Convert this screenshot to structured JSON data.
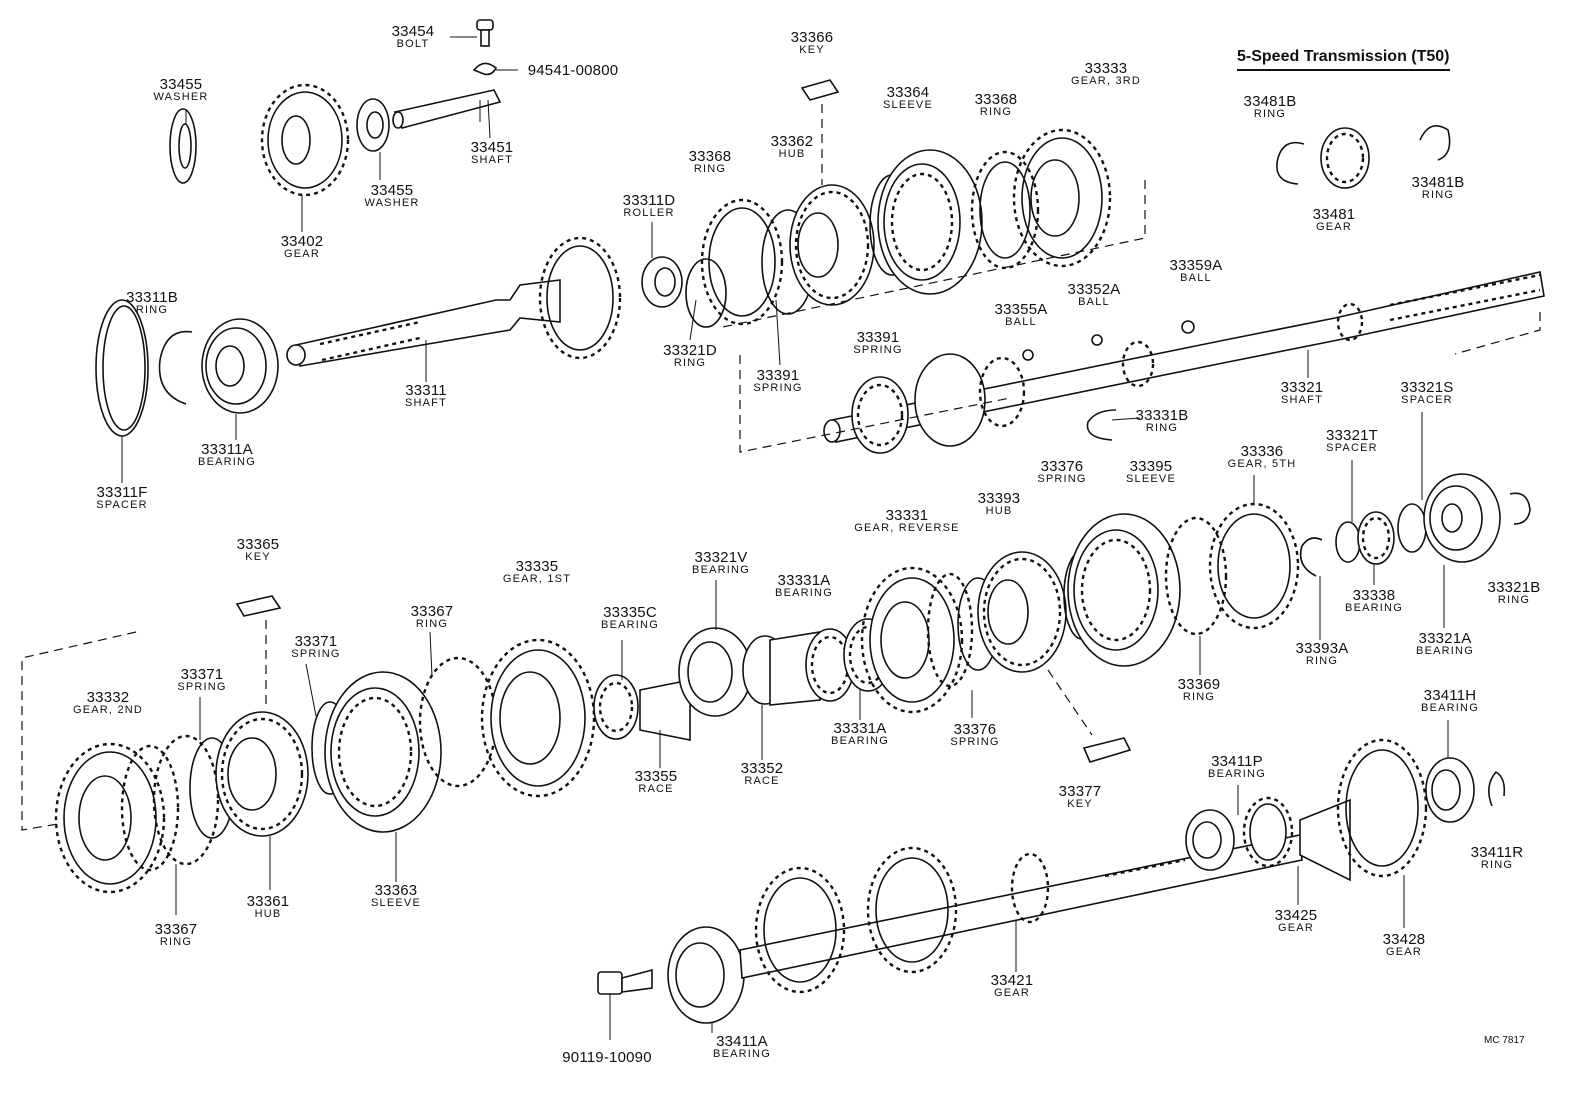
{
  "title": "5-Speed Transmission (T50)",
  "code": "MC 7817",
  "parts": [
    {
      "id": "p33454",
      "num": "33454",
      "name": "BOLT"
    },
    {
      "id": "p94541",
      "num": "94541-00800",
      "name": ""
    },
    {
      "id": "p33455a",
      "num": "33455",
      "name": "WASHER"
    },
    {
      "id": "p33455b",
      "num": "33455",
      "name": "WASHER"
    },
    {
      "id": "p33451",
      "num": "33451",
      "name": "SHAFT"
    },
    {
      "id": "p33402",
      "num": "33402",
      "name": "GEAR"
    },
    {
      "id": "p33366",
      "num": "33366",
      "name": "KEY"
    },
    {
      "id": "p33364",
      "num": "33364",
      "name": "SLEEVE"
    },
    {
      "id": "p33368a",
      "num": "33368",
      "name": "RING"
    },
    {
      "id": "p33333",
      "num": "33333",
      "name": "GEAR, 3RD"
    },
    {
      "id": "p33362",
      "num": "33362",
      "name": "HUB"
    },
    {
      "id": "p33368b",
      "num": "33368",
      "name": "RING"
    },
    {
      "id": "p33311D",
      "num": "33311D",
      "name": "ROLLER"
    },
    {
      "id": "p33481Ba",
      "num": "33481B",
      "name": "RING"
    },
    {
      "id": "p33481",
      "num": "33481",
      "name": "GEAR"
    },
    {
      "id": "p33481Bb",
      "num": "33481B",
      "name": "RING"
    },
    {
      "id": "p33311B",
      "num": "33311B",
      "name": "RING"
    },
    {
      "id": "p33359A",
      "num": "33359A",
      "name": "BALL"
    },
    {
      "id": "p33352A",
      "num": "33352A",
      "name": "BALL"
    },
    {
      "id": "p33355A",
      "num": "33355A",
      "name": "BALL"
    },
    {
      "id": "p33391a",
      "num": "33391",
      "name": "SPRING"
    },
    {
      "id": "p33321D",
      "num": "33321D",
      "name": "RING"
    },
    {
      "id": "p33391b",
      "num": "33391",
      "name": "SPRING"
    },
    {
      "id": "p33311",
      "num": "33311",
      "name": "SHAFT"
    },
    {
      "id": "p33321",
      "num": "33321",
      "name": "SHAFT"
    },
    {
      "id": "p33321S",
      "num": "33321S",
      "name": "SPACER"
    },
    {
      "id": "p33331B",
      "num": "33331B",
      "name": "RING"
    },
    {
      "id": "p33311A",
      "num": "33311A",
      "name": "BEARING"
    },
    {
      "id": "p33311F",
      "num": "33311F",
      "name": "SPACER"
    },
    {
      "id": "p33336",
      "num": "33336",
      "name": "GEAR, 5TH"
    },
    {
      "id": "p33321T",
      "num": "33321T",
      "name": "SPACER"
    },
    {
      "id": "p33376a",
      "num": "33376",
      "name": "SPRING"
    },
    {
      "id": "p33395",
      "num": "33395",
      "name": "SLEEVE"
    },
    {
      "id": "p33393",
      "num": "33393",
      "name": "HUB"
    },
    {
      "id": "p33331",
      "num": "33331",
      "name": "GEAR, REVERSE"
    },
    {
      "id": "p33365",
      "num": "33365",
      "name": "KEY"
    },
    {
      "id": "p33335",
      "num": "33335",
      "name": "GEAR, 1ST"
    },
    {
      "id": "p33321V",
      "num": "33321V",
      "name": "BEARING"
    },
    {
      "id": "p33338",
      "num": "33338",
      "name": "BEARING"
    },
    {
      "id": "p33321B",
      "num": "33321B",
      "name": "RING"
    },
    {
      "id": "p33331Aa",
      "num": "33331A",
      "name": "BEARING"
    },
    {
      "id": "p33335C",
      "num": "33335C",
      "name": "BEARING"
    },
    {
      "id": "p33367a",
      "num": "33367",
      "name": "RING"
    },
    {
      "id": "p33393A",
      "num": "33393A",
      "name": "RING"
    },
    {
      "id": "p33321A",
      "num": "33321A",
      "name": "BEARING"
    },
    {
      "id": "p33371a",
      "num": "33371",
      "name": "SPRING"
    },
    {
      "id": "p33369",
      "num": "33369",
      "name": "RING"
    },
    {
      "id": "p33371b",
      "num": "33371",
      "name": "SPRING"
    },
    {
      "id": "p33332",
      "num": "33332",
      "name": "GEAR, 2ND"
    },
    {
      "id": "p33331Ab",
      "num": "33331A",
      "name": "BEARING"
    },
    {
      "id": "p33376b",
      "num": "33376",
      "name": "SPRING"
    },
    {
      "id": "p33411H",
      "num": "33411H",
      "name": "BEARING"
    },
    {
      "id": "p33352",
      "num": "33352",
      "name": "RACE"
    },
    {
      "id": "p33355",
      "num": "33355",
      "name": "RACE"
    },
    {
      "id": "p33411P",
      "num": "33411P",
      "name": "BEARING"
    },
    {
      "id": "p33377",
      "num": "33377",
      "name": "KEY"
    },
    {
      "id": "p33411R",
      "num": "33411R",
      "name": "RING"
    },
    {
      "id": "p33361",
      "num": "33361",
      "name": "HUB"
    },
    {
      "id": "p33363",
      "num": "33363",
      "name": "SLEEVE"
    },
    {
      "id": "p33367b",
      "num": "33367",
      "name": "RING"
    },
    {
      "id": "p33425",
      "num": "33425",
      "name": "GEAR"
    },
    {
      "id": "p33428",
      "num": "33428",
      "name": "GEAR"
    },
    {
      "id": "p33421",
      "num": "33421",
      "name": "GEAR"
    },
    {
      "id": "p33411A",
      "num": "33411A",
      "name": "BEARING"
    },
    {
      "id": "p90119",
      "num": "90119-10090",
      "name": ""
    }
  ]
}
